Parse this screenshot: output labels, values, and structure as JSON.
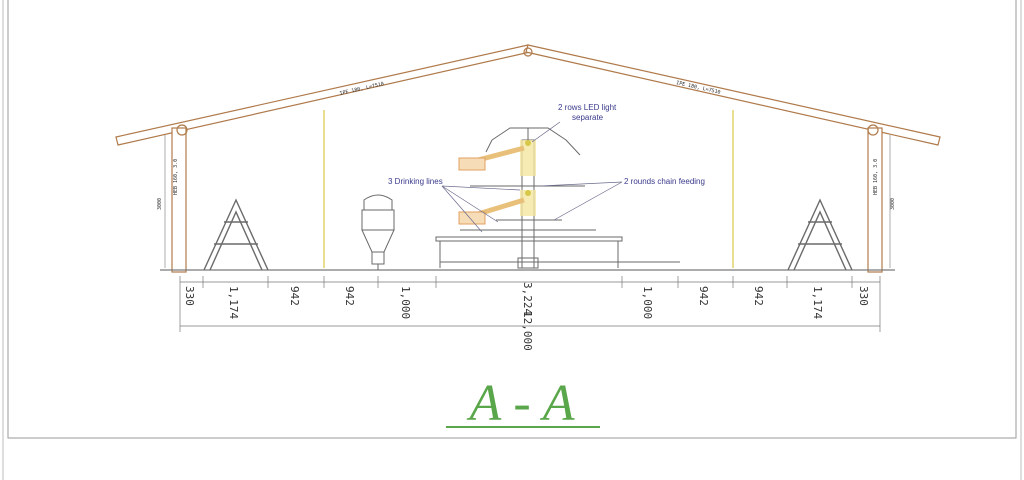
{
  "annotations": {
    "led": [
      "2 rows LED light",
      "separate"
    ],
    "drinking": "3 Drinking lines",
    "chain": "2 rounds chain feeding"
  },
  "beam_labels": {
    "rafter_left": "IPE 180, L=7510",
    "rafter_right": "IPE 180, L=7510",
    "column_left": "HEB 160, 3.0",
    "column_right": "HEB 160, 3.0",
    "height_left": "3000",
    "height_right": "3000"
  },
  "dimensions": [
    "330",
    "1,174",
    "942",
    "942",
    "1,000",
    "3,224",
    "1,000",
    "942",
    "942",
    "1,174",
    "330"
  ],
  "overall": "12,000",
  "section_title": "A - A",
  "colors": {
    "steel": "#b07a4a",
    "frame": "#7a7a7a",
    "title": "#5aa64a",
    "annotation": "#3a3a8c",
    "led": "#e8c07a"
  }
}
